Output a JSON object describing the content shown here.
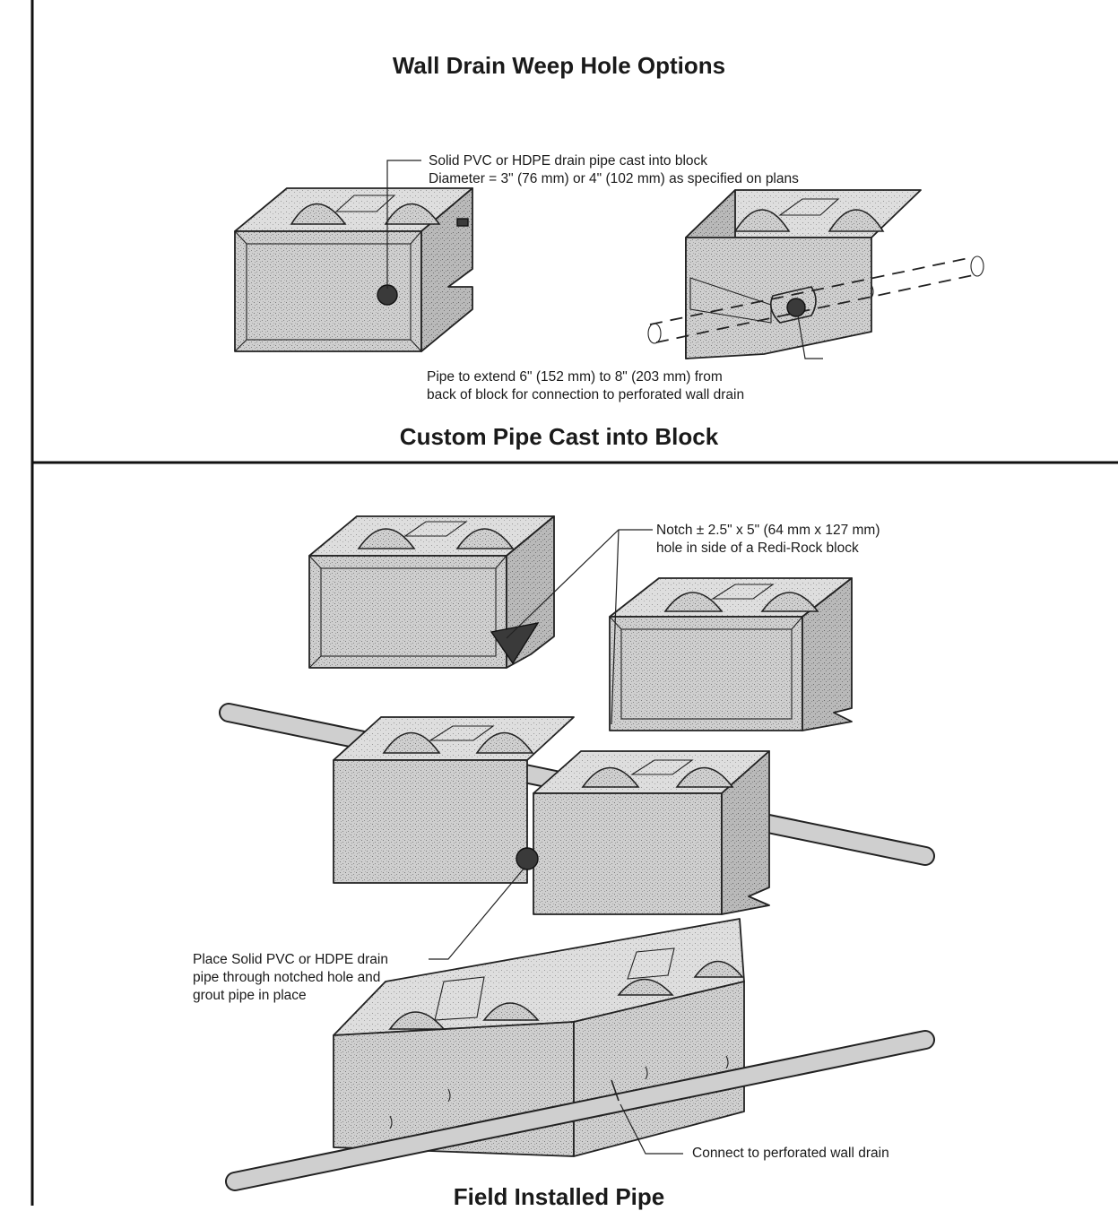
{
  "titles": {
    "weep_hole_options": "Wall Drain Weep Hole Options",
    "custom_pipe": "Custom Pipe Cast into Block",
    "field_installed": "Field Installed Pipe"
  },
  "callouts": {
    "solid_pipe": {
      "line1": "Solid PVC or HDPE drain pipe cast into block",
      "line2": "Diameter = 3\" (76 mm) or 4\" (102 mm) as specified on plans"
    },
    "pipe_extend": {
      "line1": "Pipe to extend 6\" (152 mm) to 8\" (203 mm) from",
      "line2": "back of block for connection to perforated wall drain"
    },
    "notch": {
      "line1": "Notch ± 2.5\" x 5\" (64 mm x 127 mm)",
      "line2": "hole in side of a Redi-Rock block"
    },
    "place_pipe": {
      "line1": "Place Solid PVC or HDPE drain",
      "line2": "pipe through notched hole and",
      "line3": "grout pipe in place"
    },
    "connect": {
      "line1": "Connect to perforated wall drain"
    }
  }
}
